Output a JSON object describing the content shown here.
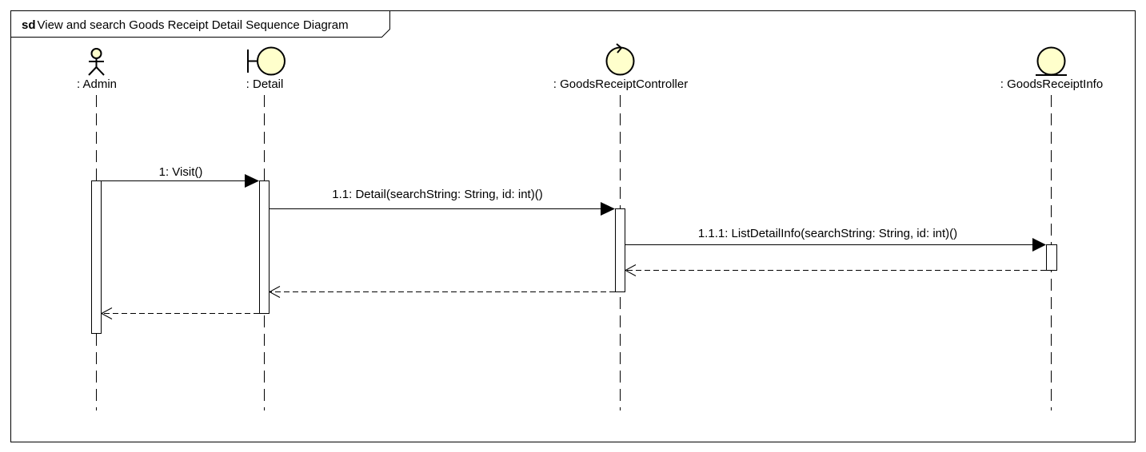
{
  "frame": {
    "keyword": "sd",
    "title": "View and search Goods Receipt Detail Sequence Diagram"
  },
  "lifelines": [
    {
      "name": ": Admin",
      "icon": "actor-icon"
    },
    {
      "name": ": Detail",
      "icon": "boundary-icon"
    },
    {
      "name": ": GoodsReceiptController",
      "icon": "control-icon"
    },
    {
      "name": ": GoodsReceiptInfo",
      "icon": "entity-icon"
    }
  ],
  "messages": [
    {
      "label": "1: Visit()",
      "from": 0,
      "to": 1,
      "kind": "sync"
    },
    {
      "label": "1.1: Detail(searchString: String, id: int)()",
      "from": 1,
      "to": 2,
      "kind": "sync"
    },
    {
      "label": "1.1.1: ListDetailInfo(searchString: String, id: int)()",
      "from": 2,
      "to": 3,
      "kind": "sync"
    },
    {
      "label": "",
      "from": 3,
      "to": 2,
      "kind": "return"
    },
    {
      "label": "",
      "from": 2,
      "to": 1,
      "kind": "return"
    },
    {
      "label": "",
      "from": 1,
      "to": 0,
      "kind": "return"
    }
  ],
  "colors": {
    "participant_fill": "#FFFFCC",
    "line": "#000000",
    "background": "#FFFFFF"
  }
}
